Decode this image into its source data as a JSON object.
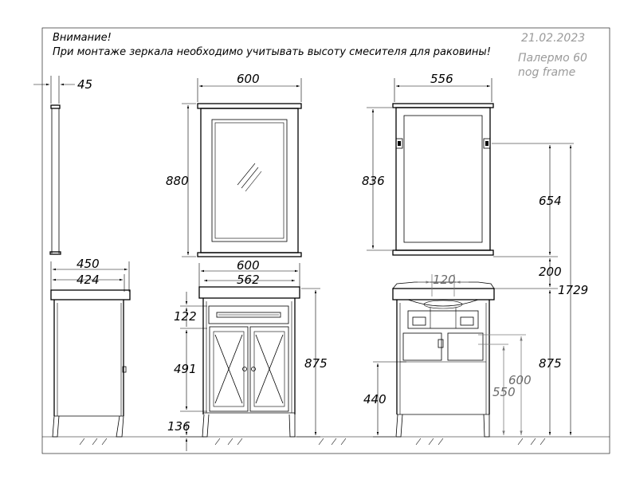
{
  "warning": {
    "line1": "Внимание!",
    "line2": "При монтаже зеркала необходимо учитывать высоту смесителя для раковины!"
  },
  "meta": {
    "date": "21.02.2023",
    "model": "Палермо 60",
    "variant": "nog frame"
  },
  "side_view": {
    "mirror_depth": "45",
    "cabinet_depth_top": "450",
    "cabinet_depth_body": "424"
  },
  "front_view": {
    "mirror_width": "600",
    "mirror_height": "880",
    "top_width": "600",
    "body_width": "562",
    "drawer_height": "122",
    "door_height": "491",
    "total_height": "875",
    "leg_height": "136"
  },
  "back_view": {
    "mirror_width": "556",
    "mirror_height": "836",
    "hang_height": "654",
    "gap": "200",
    "overall": "1729",
    "cabinet_height": "875",
    "drain_offset": "120",
    "pipe_height_440": "440",
    "pipe_height_550": "550",
    "pipe_height_600": "600"
  }
}
